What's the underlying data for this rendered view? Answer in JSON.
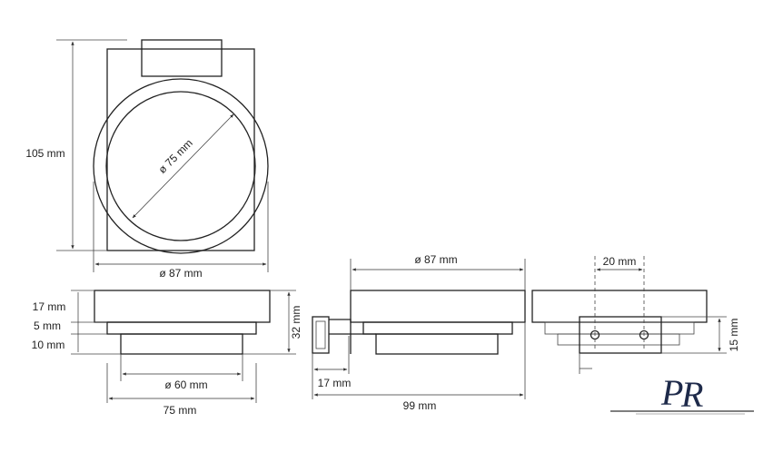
{
  "dimensions": {
    "height_total": "105 mm",
    "inner_diameter": "ø 75 mm",
    "outer_diameter_top": "ø 87 mm",
    "rim_height": "17 mm",
    "gap_height": "5 mm",
    "base_height": "10 mm",
    "total_height": "32 mm",
    "base_diameter": "ø 60 mm",
    "flange_width": "75 mm",
    "outer_diameter_side": "ø 87 mm",
    "wall_offset": "17 mm",
    "depth_total": "99 mm",
    "hole_spacing": "20 mm",
    "mount_height": "15 mm"
  },
  "logo": {
    "letters": "PR",
    "color": "#1e2a4a"
  }
}
